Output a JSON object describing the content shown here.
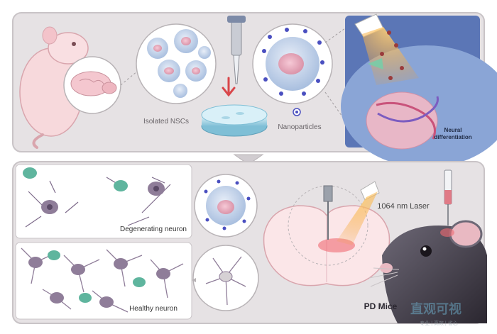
{
  "top_panel": {
    "isolated_label": "Isolated NSCs",
    "nanoparticles_label": "Nanoparticles",
    "neural_differentiation_line1": "Neural",
    "neural_differentiation_line2": "differentiation"
  },
  "bottom_panel": {
    "degenerating_label": "Degenerating neuron",
    "healthy_label": "Healthy neuron",
    "laser_label": "1064 nm Laser",
    "mice_label": "PD Mice"
  },
  "watermark": {
    "main_text": "直观可视",
    "sub_text": "专业 | 高效 | 省心"
  },
  "colors": {
    "panel_bg": "#e6e2e4",
    "panel_border": "#c9c4c7",
    "cell_blue": "#c9d6ea",
    "nucleus_pink": "#e9b3c2",
    "healthy_neuron_purple": "#8f7d99",
    "glia_teal": "#5fb59e",
    "laser_orange": "#f3a23a",
    "arrow_red": "#d9464a",
    "nanoparticle_dot": "#4a4fc0"
  }
}
